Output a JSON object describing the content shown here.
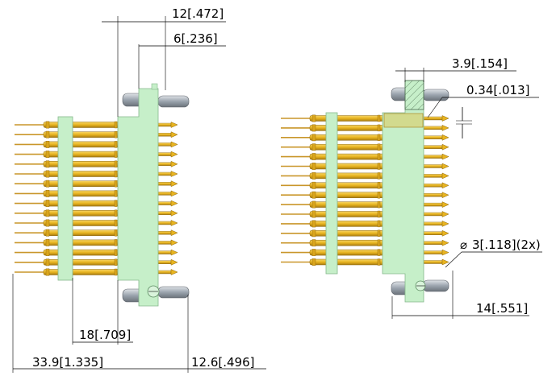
{
  "colors": {
    "green_body": "#c6efc9",
    "green_edge": "#86b88c",
    "gold": "#e8b420",
    "gold_dark": "#a77b10",
    "gold_light": "#f7d667",
    "steel": "#9aa3ad"
  },
  "left_view": {
    "dims": {
      "top_width": "12[.472]",
      "top_inner": "6[.236]",
      "bottom_inner": "18[.709]",
      "overall": "33.9[1.335]",
      "right_extent": "12.6[.496]"
    },
    "pin_count": 16
  },
  "right_view": {
    "dims": {
      "insert_width": "3.9[.154]",
      "pin_offset": "0.34[.013]",
      "hole_diameter": "3[.118](2x)",
      "pin_spacing": "14[.551]"
    },
    "diameter_symbol": "⌀",
    "pin_count": 16
  }
}
